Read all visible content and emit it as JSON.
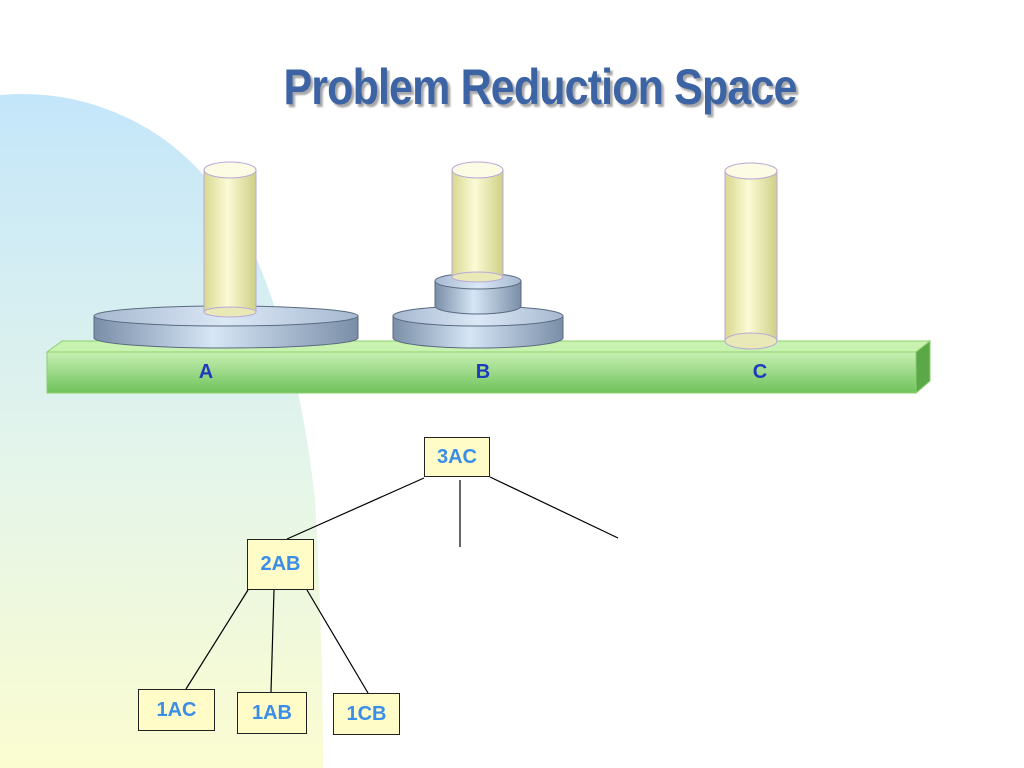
{
  "title": "Problem Reduction Space",
  "pegs": [
    {
      "label": "A",
      "disk_sizes": [
        3
      ]
    },
    {
      "label": "B",
      "disk_sizes": [
        2,
        1
      ]
    },
    {
      "label": "C",
      "disk_sizes": []
    }
  ],
  "tree": {
    "root": {
      "label": "3AC",
      "branches": 3
    },
    "child": {
      "label": "2AB"
    },
    "leaves": [
      {
        "label": "1AC"
      },
      {
        "label": "1AB"
      },
      {
        "label": "1CB"
      }
    ]
  },
  "colors": {
    "title": "#3c63a4",
    "label": "#1f3bbd",
    "node_text": "#3a8de8",
    "node_fill": "#fffcc8",
    "base": "#a8e496",
    "peg": "#f2f2b4",
    "disk": "#b4c8dc"
  }
}
